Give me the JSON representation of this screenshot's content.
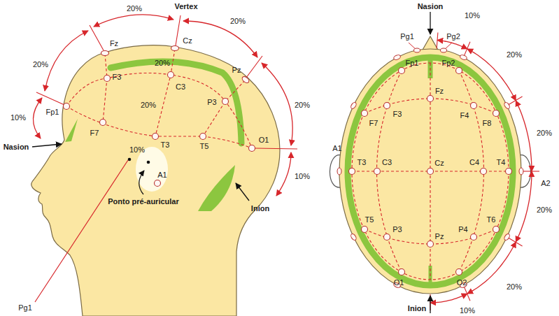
{
  "diagram": {
    "labels": [
      "20%",
      "Vertex",
      "20%",
      "20%",
      "Fz",
      "Cz",
      "20%",
      "F3",
      "C3",
      "Pz",
      "20%",
      "Fp1",
      "P3",
      "10%",
      "20%",
      "F7",
      "T3",
      "T5",
      "O1",
      "Nasion",
      "10%",
      "A1",
      "Ponto pré-auricular",
      "Inion",
      "10%",
      "Pg1",
      "Nasion",
      "10%",
      "Pg1",
      "Pg2",
      "20%",
      "Fp1",
      "Fp2",
      "Fz",
      "F3",
      "F4",
      "F7",
      "F8",
      "20%",
      "A1",
      "A2",
      "T3",
      "C3",
      "Cz",
      "C4",
      "T4",
      "20%",
      "T5",
      "P3",
      "Pz",
      "P4",
      "T6",
      "O1",
      "O2",
      "20%",
      "Inion",
      "10%"
    ]
  }
}
